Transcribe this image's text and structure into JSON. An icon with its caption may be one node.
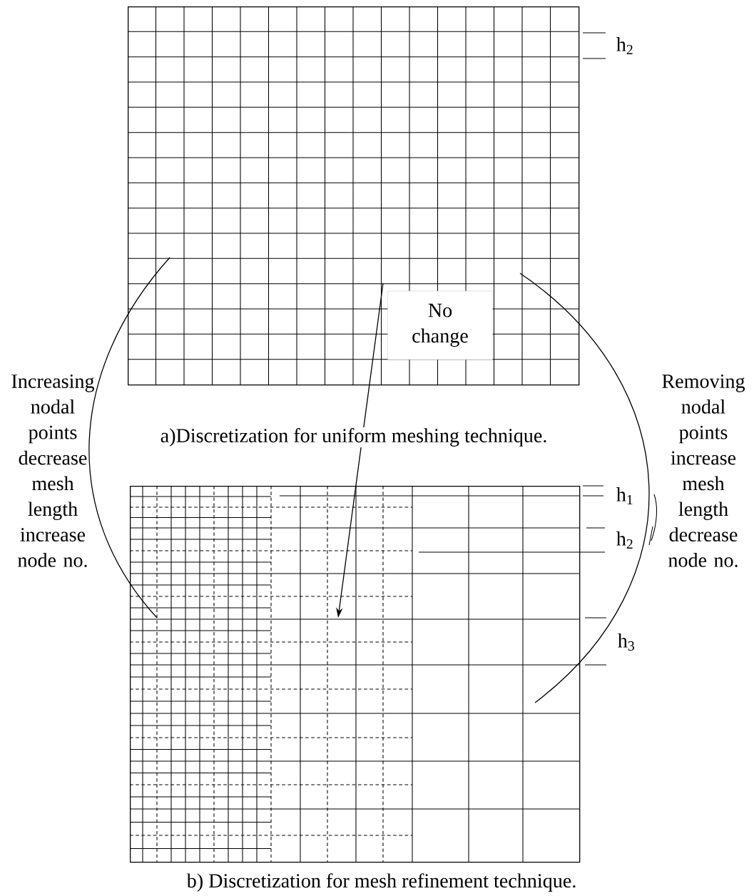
{
  "diagram": {
    "nodes": [
      {
        "text": [],
        "shape": "picture"
      },
      {
        "text": [],
        "shape": "picture"
      }
    ],
    "edges": [
      {
        "from": 0,
        "to": 1,
        "arrow": "none",
        "label": "Increasing nodal points decrease mesh length increase node no."
      },
      {
        "from": 0,
        "to": 1,
        "arrow": "to",
        "label": "No change"
      },
      {
        "from": 0,
        "to": 1,
        "arrow": "none",
        "label": "Removing nodal points increase mesh length decrease node no."
      }
    ],
    "labels": [
      "h$_{2}$",
      "a)Discretization for uniform meshing technique.",
      "h$_{1}$",
      "h$_{2}$",
      "h$_{3}$",
      "b)   Discretization for mesh refinement technique."
    ]
  }
}
